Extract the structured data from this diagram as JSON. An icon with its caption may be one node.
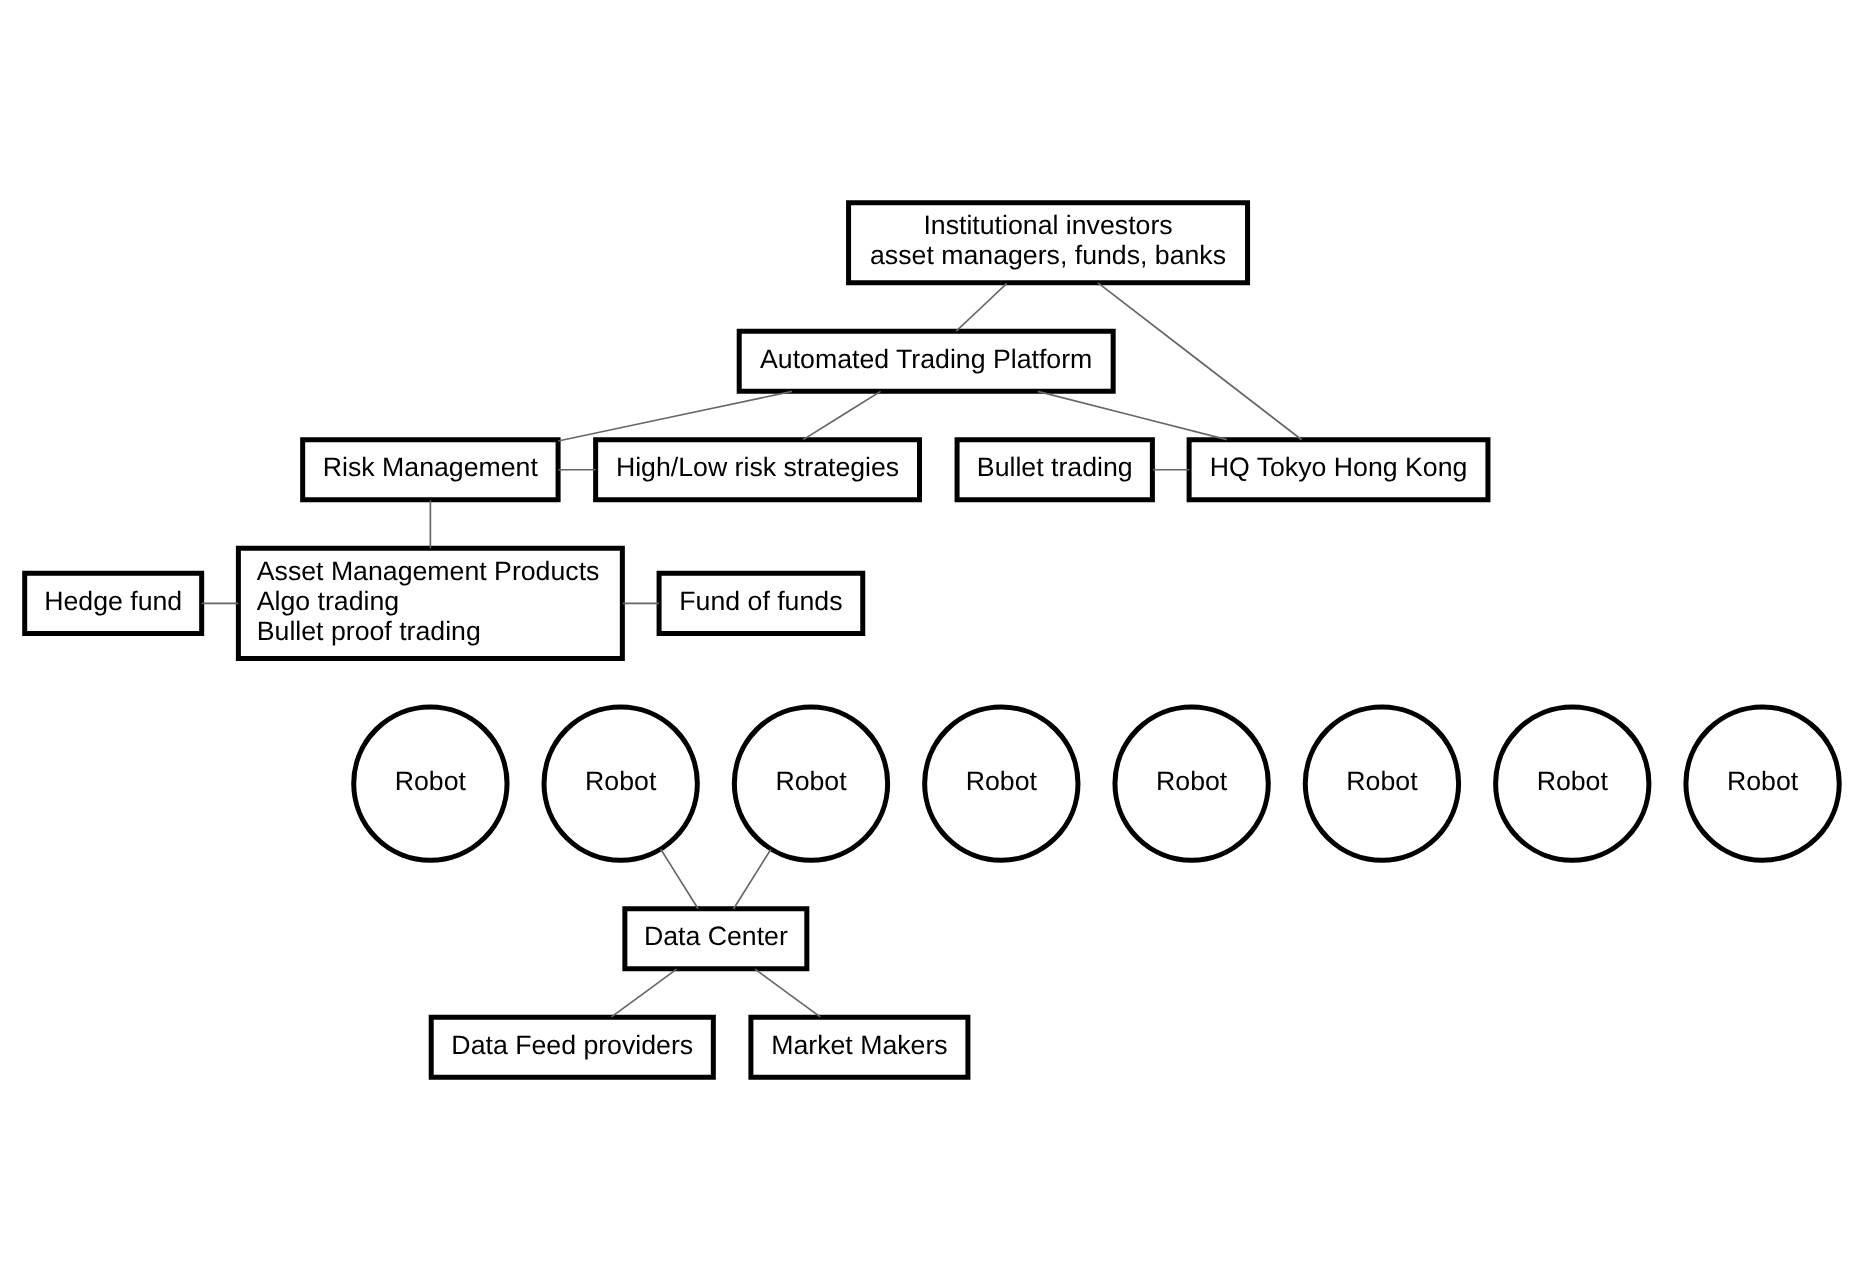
{
  "diagram": {
    "nodes": [
      {
        "text": [
          "Institutional investors",
          "asset managers, funds, banks"
        ]
      },
      {
        "text": [
          "Automated Trading Platform"
        ]
      },
      {
        "text": [
          "Bullet trading"
        ]
      },
      {
        "text": [
          "HQ Tokyo Hong Kong"
        ]
      },
      {
        "text": [
          "Risk Management"
        ]
      },
      {
        "text": [
          "High/Low risk strategies"
        ]
      },
      {
        "text": [
          "Hedge fund"
        ]
      },
      {
        "text": [
          "Asset Management Products",
          "Algo trading",
          "Bullet proof trading"
        ]
      },
      {
        "text": [
          "Fund of funds"
        ]
      },
      {
        "text": [
          "Robot"
        ]
      },
      {
        "text": [
          "Robot"
        ]
      },
      {
        "text": [
          "Robot"
        ]
      },
      {
        "text": [
          "Robot"
        ]
      },
      {
        "text": [
          "Robot"
        ]
      },
      {
        "text": [
          "Robot"
        ]
      },
      {
        "text": [
          "Robot"
        ]
      },
      {
        "text": [
          "Robot"
        ]
      },
      {
        "text": [
          "Data Center"
        ]
      },
      {
        "text": [
          "Data Feed providers"
        ]
      },
      {
        "text": [
          "Market Makers"
        ]
      }
    ],
    "edges": [
      {
        "from": 0,
        "to": 1,
        "arrow": "none"
      },
      {
        "from": 3,
        "to": 0,
        "arrow": "none"
      },
      {
        "from": 3,
        "to": 1,
        "arrow": "none"
      },
      {
        "from": 1,
        "to": 4,
        "arrow": "none"
      },
      {
        "from": 1,
        "to": 5,
        "arrow": "none"
      },
      {
        "from": 2,
        "to": 3,
        "arrow": "none"
      },
      {
        "from": 4,
        "to": 5,
        "arrow": "none"
      },
      {
        "from": 4,
        "to": 7,
        "arrow": "none"
      },
      {
        "from": 6,
        "to": 7,
        "arrow": "none"
      },
      {
        "from": 7,
        "to": 8,
        "arrow": "none"
      },
      {
        "from": 9,
        "to": 17,
        "arrow": "none"
      },
      {
        "from": 16,
        "to": 17,
        "arrow": "none"
      },
      {
        "from": 17,
        "to": 18,
        "arrow": "none"
      },
      {
        "from": 17,
        "to": 19,
        "arrow": "none"
      }
    ]
  }
}
